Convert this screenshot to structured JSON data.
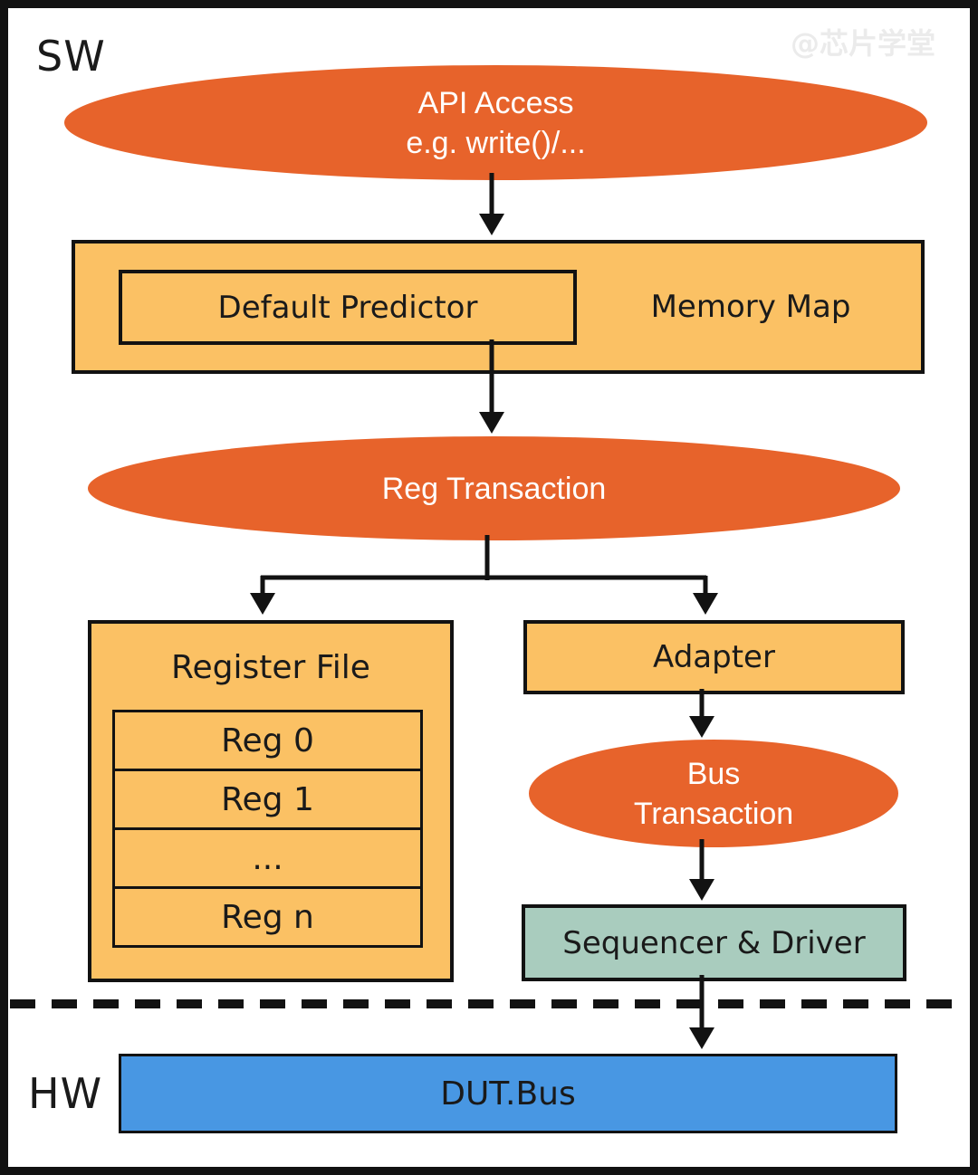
{
  "watermark": "@芯片学堂",
  "regions": {
    "sw": "SW",
    "hw": "HW"
  },
  "nodes": {
    "api_access": {
      "line1": "API Access",
      "line2": "e.g. write()/..."
    },
    "memory_map": {
      "label": "Memory Map",
      "inner": "Default Predictor"
    },
    "reg_transaction": {
      "label": "Reg Transaction"
    },
    "register_file": {
      "title": "Register File",
      "rows": [
        "Reg 0",
        "Reg 1",
        "...",
        "Reg n"
      ]
    },
    "adapter": {
      "label": "Adapter"
    },
    "bus_transaction": {
      "line1": "Bus",
      "line2": "Transaction"
    },
    "sequencer_driver": {
      "label": "Sequencer & Driver"
    },
    "dut_bus": {
      "label": "DUT.Bus"
    }
  },
  "colors": {
    "orange": "#E7632B",
    "amber": "#FBC164",
    "teal": "#A9CCBE",
    "blue": "#4897E3",
    "line": "#121212",
    "watermark": "#EBEBEB"
  }
}
